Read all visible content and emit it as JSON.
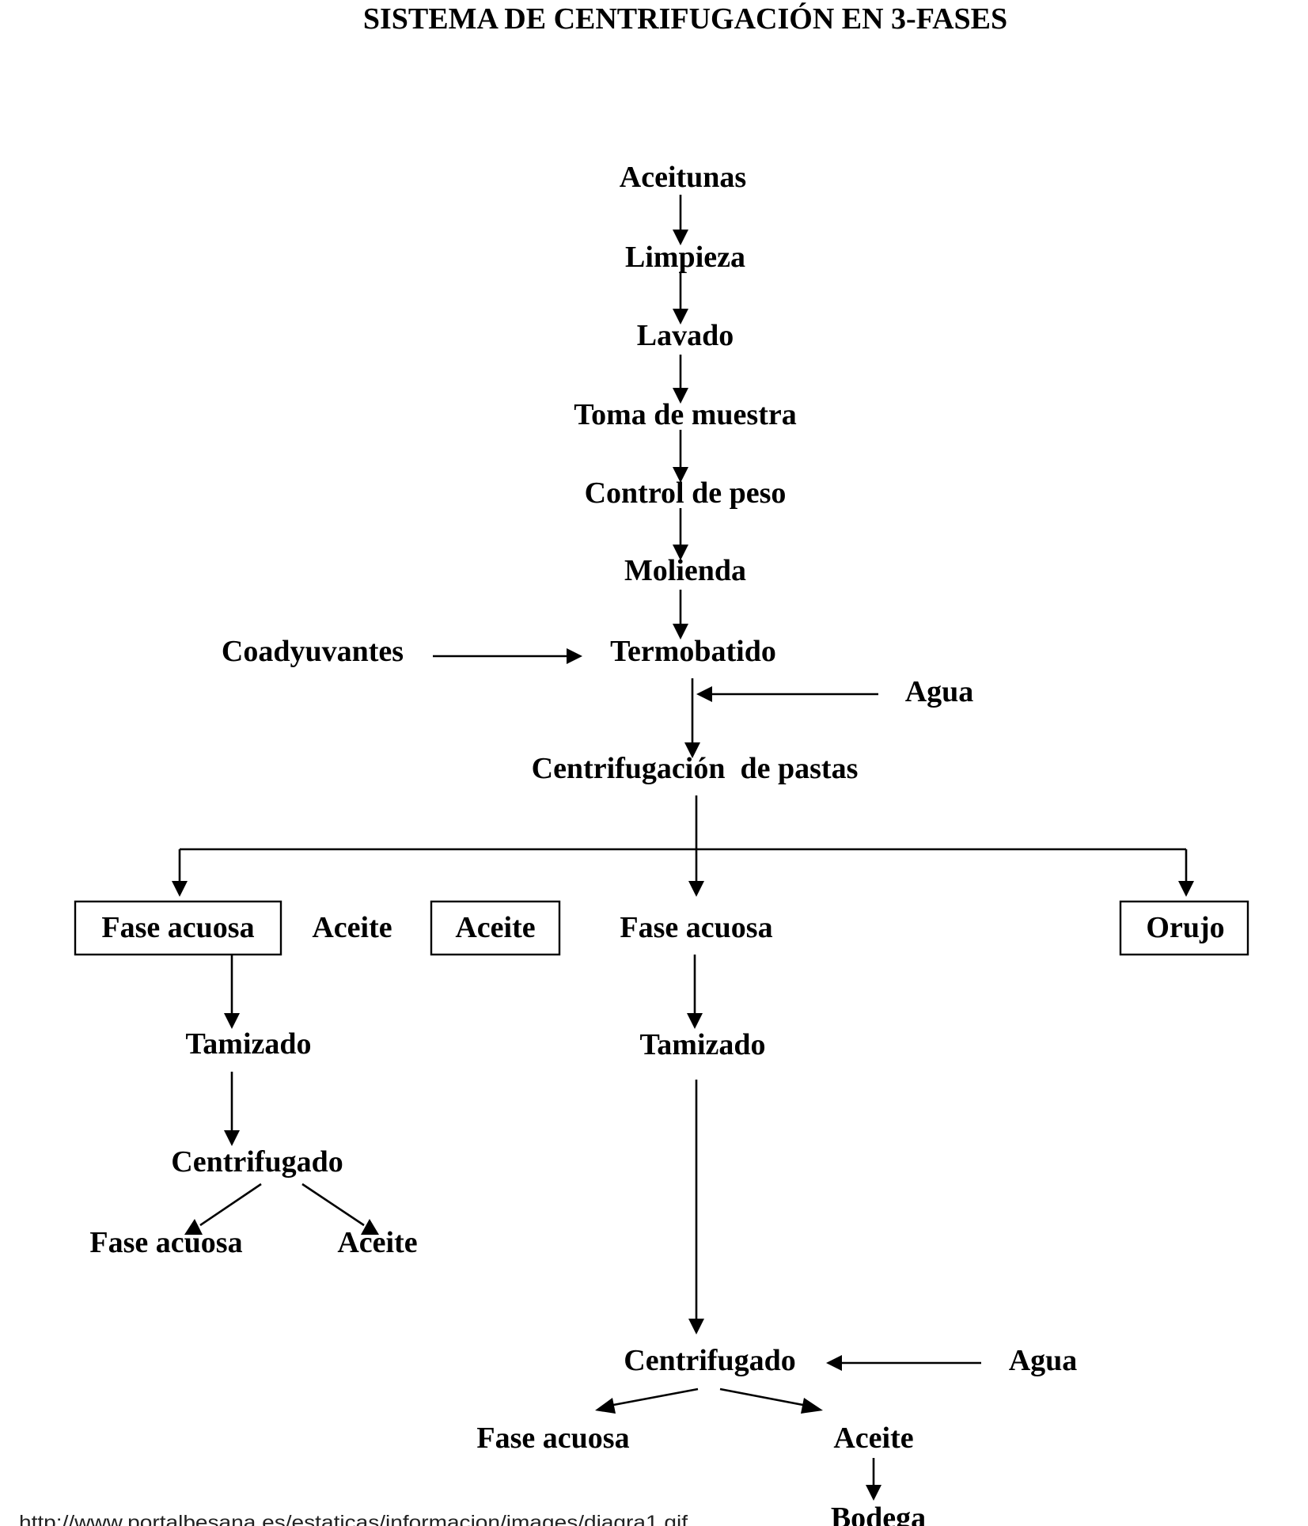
{
  "title": "SISTEMA DE CENTRIFUGACIÓN EN 3-FASES",
  "source_url": "http://www.portalbesana.es/estaticas/informacion/images/diagra1.gif",
  "nodes": {
    "aceitunas": "Aceitunas",
    "limpieza": "Limpieza",
    "lavado": "Lavado",
    "toma_muestra": "Toma de muestra",
    "control_peso": "Control de peso",
    "molienda": "Molienda",
    "termobatido": "Termobatido",
    "coadyuvantes": "Coadyuvantes",
    "agua_1": "Agua",
    "centrifugacion_pastas": "Centrifugación  de pastas",
    "fase_acuosa_box": "Fase acuosa",
    "aceite_label": "Aceite",
    "aceite_box": "Aceite",
    "fase_acuosa_center": "Fase acuosa",
    "orujo_box": "Orujo",
    "tamizado_left": "Tamizado",
    "centrifugado_left": "Centrifugado",
    "fase_acuosa_left_out": "Fase acuosa",
    "aceite_left_out": "Aceite",
    "tamizado_right": "Tamizado",
    "centrifugado_right": "Centrifugado",
    "agua_2": "Agua",
    "fase_acuosa_right_out": "Fase acuosa",
    "aceite_right_out": "Aceite",
    "bodega": "Bodega"
  },
  "edges": [
    {
      "from": "Aceitunas",
      "to": "Limpieza"
    },
    {
      "from": "Limpieza",
      "to": "Lavado"
    },
    {
      "from": "Lavado",
      "to": "Toma de muestra"
    },
    {
      "from": "Toma de muestra",
      "to": "Control de peso"
    },
    {
      "from": "Control de peso",
      "to": "Molienda"
    },
    {
      "from": "Molienda",
      "to": "Termobatido"
    },
    {
      "from": "Coadyuvantes",
      "to": "Termobatido"
    },
    {
      "from": "Agua",
      "to": "Termobatido → Centrifugación de pastas"
    },
    {
      "from": "Termobatido",
      "to": "Centrifugación de pastas"
    },
    {
      "from": "Centrifugación de pastas",
      "to": "Fase acuosa (box)"
    },
    {
      "from": "Centrifugación de pastas",
      "to": "Fase acuosa"
    },
    {
      "from": "Centrifugación de pastas",
      "to": "Orujo"
    },
    {
      "from": "Fase acuosa (box)",
      "to": "Tamizado"
    },
    {
      "from": "Tamizado",
      "to": "Centrifugado"
    },
    {
      "from": "Centrifugado",
      "to": "Fase acuosa"
    },
    {
      "from": "Centrifugado",
      "to": "Aceite"
    },
    {
      "from": "Fase acuosa",
      "to": "Tamizado"
    },
    {
      "from": "Tamizado",
      "to": "Centrifugado"
    },
    {
      "from": "Agua",
      "to": "Centrifugado"
    },
    {
      "from": "Centrifugado",
      "to": "Fase acuosa"
    },
    {
      "from": "Centrifugado",
      "to": "Aceite"
    },
    {
      "from": "Aceite",
      "to": "Bodega"
    }
  ]
}
